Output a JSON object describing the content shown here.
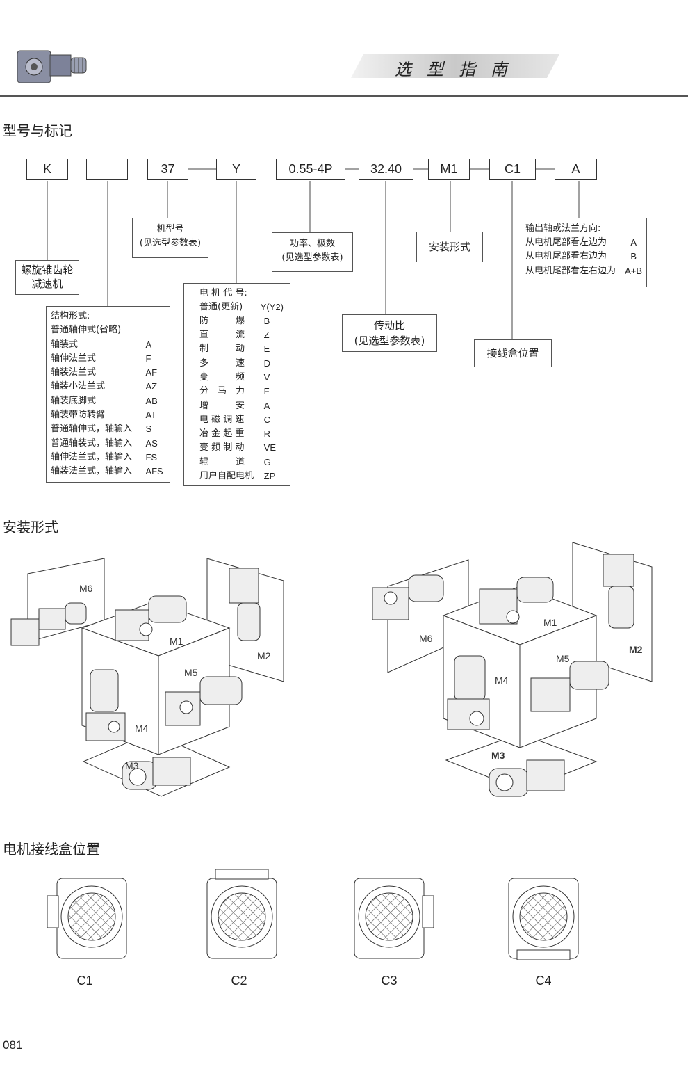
{
  "header": {
    "title": "选型指南",
    "logo_icon": "gear-reducer-icon"
  },
  "sections": {
    "model": "型号与标记",
    "mounting": "安装形式",
    "terminal_box": "电机接线盒位置"
  },
  "model_code": {
    "boxes": [
      "K",
      "",
      "37",
      "Y",
      "0.55-4P",
      "32.40",
      "M1",
      "C1",
      "A"
    ]
  },
  "notes": {
    "reducer_type": [
      "螺旋锥齿轮",
      "减速机"
    ],
    "frame_size": [
      "机型号",
      "(见选型参数表)"
    ],
    "power_poles": [
      "功率、极数",
      "(见选型参数表)"
    ],
    "mounting_form": "安装形式",
    "ratio": [
      "传动比",
      "(见选型参数表)"
    ],
    "terminal_box": "接线盒位置",
    "output_direction": {
      "title": "输出轴或法兰方向:",
      "rows": [
        {
          "label": "从电机尾部看左边为",
          "code": "A"
        },
        {
          "label": "从电机尾部看右边为",
          "code": "B"
        },
        {
          "label": "从电机尾部看左右边为",
          "code": "A+B"
        }
      ]
    },
    "structure": {
      "title": "结构形式:",
      "rows": [
        {
          "label": "普通轴伸式(省略)",
          "code": ""
        },
        {
          "label": "轴装式",
          "code": "A"
        },
        {
          "label": "轴伸法兰式",
          "code": "F"
        },
        {
          "label": "轴装法兰式",
          "code": "AF"
        },
        {
          "label": "轴装小法兰式",
          "code": "AZ"
        },
        {
          "label": "轴装底脚式",
          "code": "AB"
        },
        {
          "label": "轴装带防转臂",
          "code": "AT"
        },
        {
          "label": "普通轴伸式，轴输入",
          "code": "S"
        },
        {
          "label": "普通轴装式，轴输入",
          "code": "AS"
        },
        {
          "label": "轴伸法兰式，轴输入",
          "code": "FS"
        },
        {
          "label": "轴装法兰式，轴输入",
          "code": "AFS"
        }
      ]
    },
    "motor_code": {
      "title": "电 机 代 号:",
      "rows": [
        {
          "label": "普通(更新)",
          "code": "Y(Y2)"
        },
        {
          "label": "防　　　爆",
          "code": "B"
        },
        {
          "label": "直　　　流",
          "code": "Z"
        },
        {
          "label": "制　　　动",
          "code": "E"
        },
        {
          "label": "多　　　速",
          "code": "D"
        },
        {
          "label": "变　　　频",
          "code": "V"
        },
        {
          "label": "分　马　力",
          "code": "F"
        },
        {
          "label": "增　　　安",
          "code": "A"
        },
        {
          "label": "电 磁 调 速",
          "code": "C"
        },
        {
          "label": "冶 金 起 重",
          "code": "R"
        },
        {
          "label": "变 频 制 动",
          "code": "VE"
        },
        {
          "label": "辊　　　道",
          "code": "G"
        },
        {
          "label": "用户自配电机",
          "code": "ZP"
        }
      ]
    }
  },
  "mounting": {
    "left_labels": [
      "M6",
      "M1",
      "M2",
      "M5",
      "M4",
      "M3"
    ],
    "right_labels": [
      "M6",
      "M1",
      "M2",
      "M5",
      "M4",
      "M3"
    ]
  },
  "terminal_positions": [
    "C1",
    "C2",
    "C3",
    "C4"
  ],
  "page_number": "081"
}
